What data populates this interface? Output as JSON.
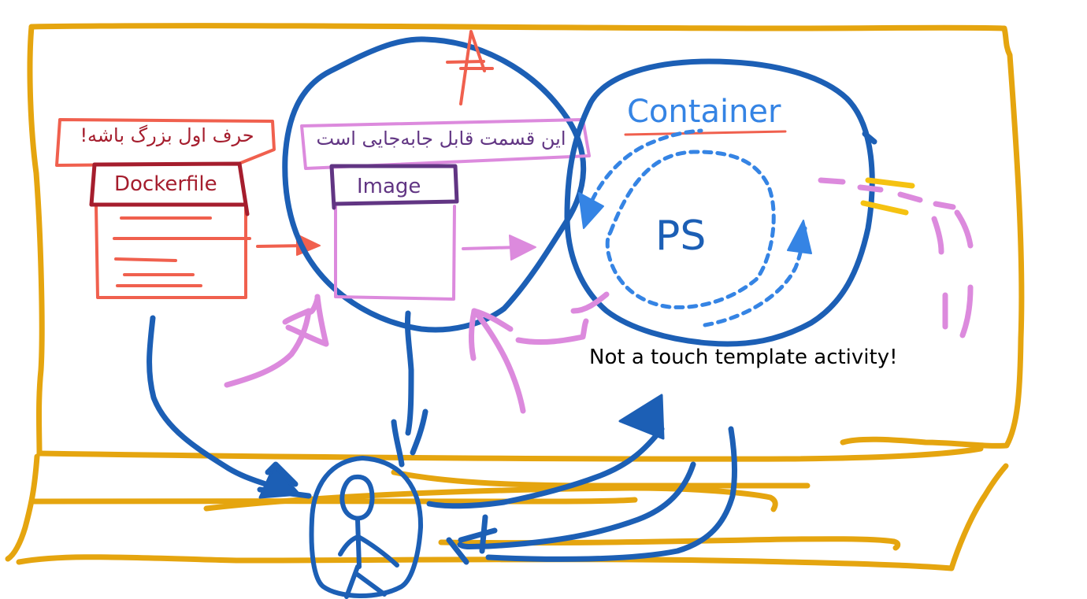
{
  "labels": {
    "farsi_note_left": "حرف اول بزرگ باشه!",
    "dockerfile": "Dockerfile",
    "farsi_note_middle": "این قسمت قابل جابه‌جایی است",
    "image": "Image",
    "container": "Container",
    "ps": "PS",
    "touch_note": "Not a touch template activity!"
  },
  "colors": {
    "orange_frame": "#E5A50F",
    "salmon": "#F0604E",
    "dark_red": "#A51D2D",
    "pink": "#DC8ADD",
    "purple": "#613583",
    "blue": "#1C5FB5",
    "light_blue": "#3584E4",
    "yellow": "#F5C211",
    "black": "#000000"
  }
}
